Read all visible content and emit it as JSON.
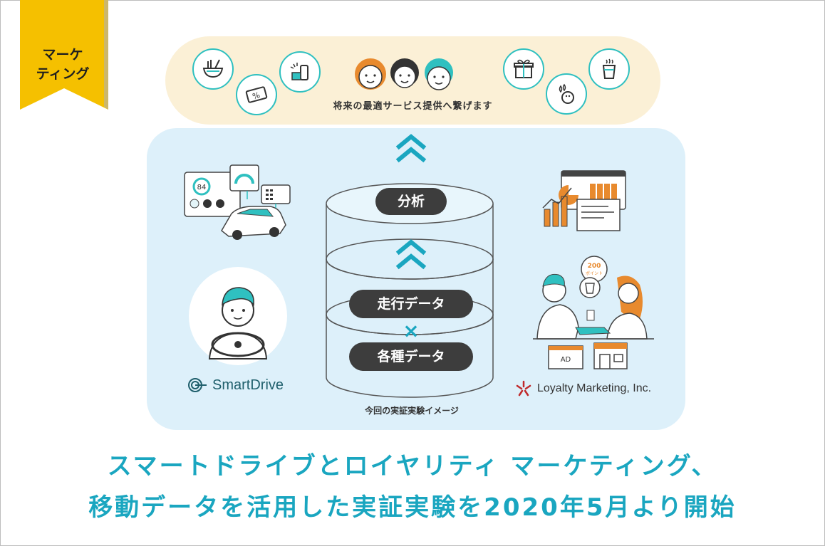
{
  "ribbon": {
    "line1": "マーケ",
    "line2": "ティング",
    "color": "#f5c000"
  },
  "services": {
    "caption": "将来の最適サービス提供へ繋げます",
    "icons": [
      "ramen-icon",
      "coupon-icon",
      "cleaning-icon",
      "gift-icon",
      "bowling-icon",
      "drink-icon"
    ]
  },
  "diagram": {
    "layer_top": "分析",
    "layer_mid": "走行データ",
    "cross": "×",
    "layer_bottom": "各種データ",
    "caption": "今回の実証実験イメージ",
    "dashboard_value": "84",
    "points_value": "200",
    "points_unit": "ポイント",
    "ad_label": "AD"
  },
  "brands": {
    "left": "SmartDrive",
    "right": "Loyalty Marketing, Inc."
  },
  "headline": {
    "line1": "スマートドライブとロイヤリティ マーケティング、",
    "line2": "移動データを活用した実証実験を2020年5月より開始"
  },
  "colors": {
    "accent": "#2fc0c0",
    "headline": "#1aa6c0",
    "panel": "#ddf0fa",
    "pill": "#fbf0d6",
    "orange": "#e88a2e"
  }
}
